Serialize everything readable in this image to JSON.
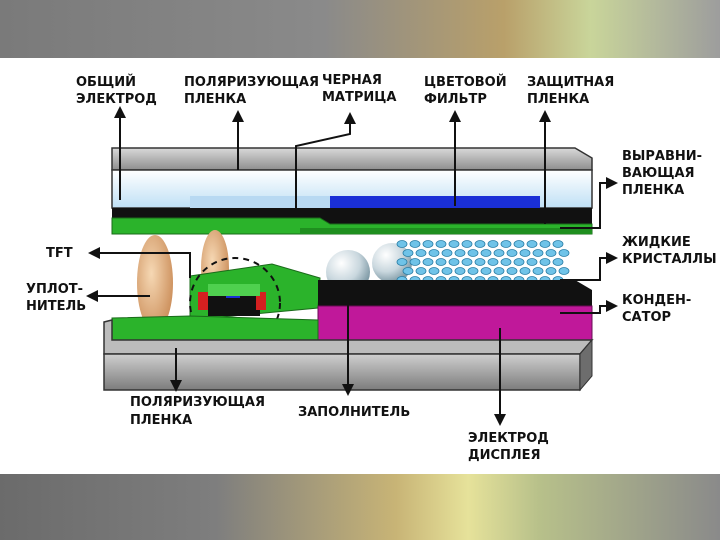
{
  "labels": {
    "common_electrode_1": "ОБЩИЙ",
    "common_electrode_2": "ЭЛЕКТРОД",
    "polarizer_top_1": "ПОЛЯРИЗУЮЩАЯ",
    "polarizer_top_2": "ПЛЕНКА",
    "black_matrix_1": "ЧЕРНАЯ",
    "black_matrix_2": "МАТРИЦА",
    "color_filter_1": "ЦВЕТОВОЙ",
    "color_filter_2": "ФИЛЬТР",
    "protective_film_1": "ЗАЩИТНАЯ",
    "protective_film_2": "ПЛЕНКА",
    "alignment_film_1": "ВЫРАВНИ-",
    "alignment_film_2": "ВАЮЩАЯ",
    "alignment_film_3": "ПЛЕНКА",
    "liquid_crystals_1": "ЖИДКИЕ",
    "liquid_crystals_2": "КРИСТАЛЛЫ",
    "capacitor_1": "КОНДЕН-",
    "capacitor_2": "САТОР",
    "tft": "TFT",
    "sealant_1": "УПЛОТ-",
    "sealant_2": "НИТЕЛЬ",
    "polarizer_bottom_1": "ПОЛЯРИЗУЮЩАЯ",
    "polarizer_bottom_2": "ПЛЕНКА",
    "filler": "ЗАПОЛНИТЕЛЬ",
    "display_electrode_1": "ЭЛЕКТРОД",
    "display_electrode_2": "ДИСПЛЕЯ"
  },
  "colors": {
    "glass_gray": "#9a9a9a",
    "light_blue": "#dcefff",
    "green": "#2bb32b",
    "blue": "#1a2fd6",
    "magenta": "#c0189a",
    "black": "#111111",
    "sealant": "#e8b88a",
    "crystal": "#6fc3e8"
  }
}
